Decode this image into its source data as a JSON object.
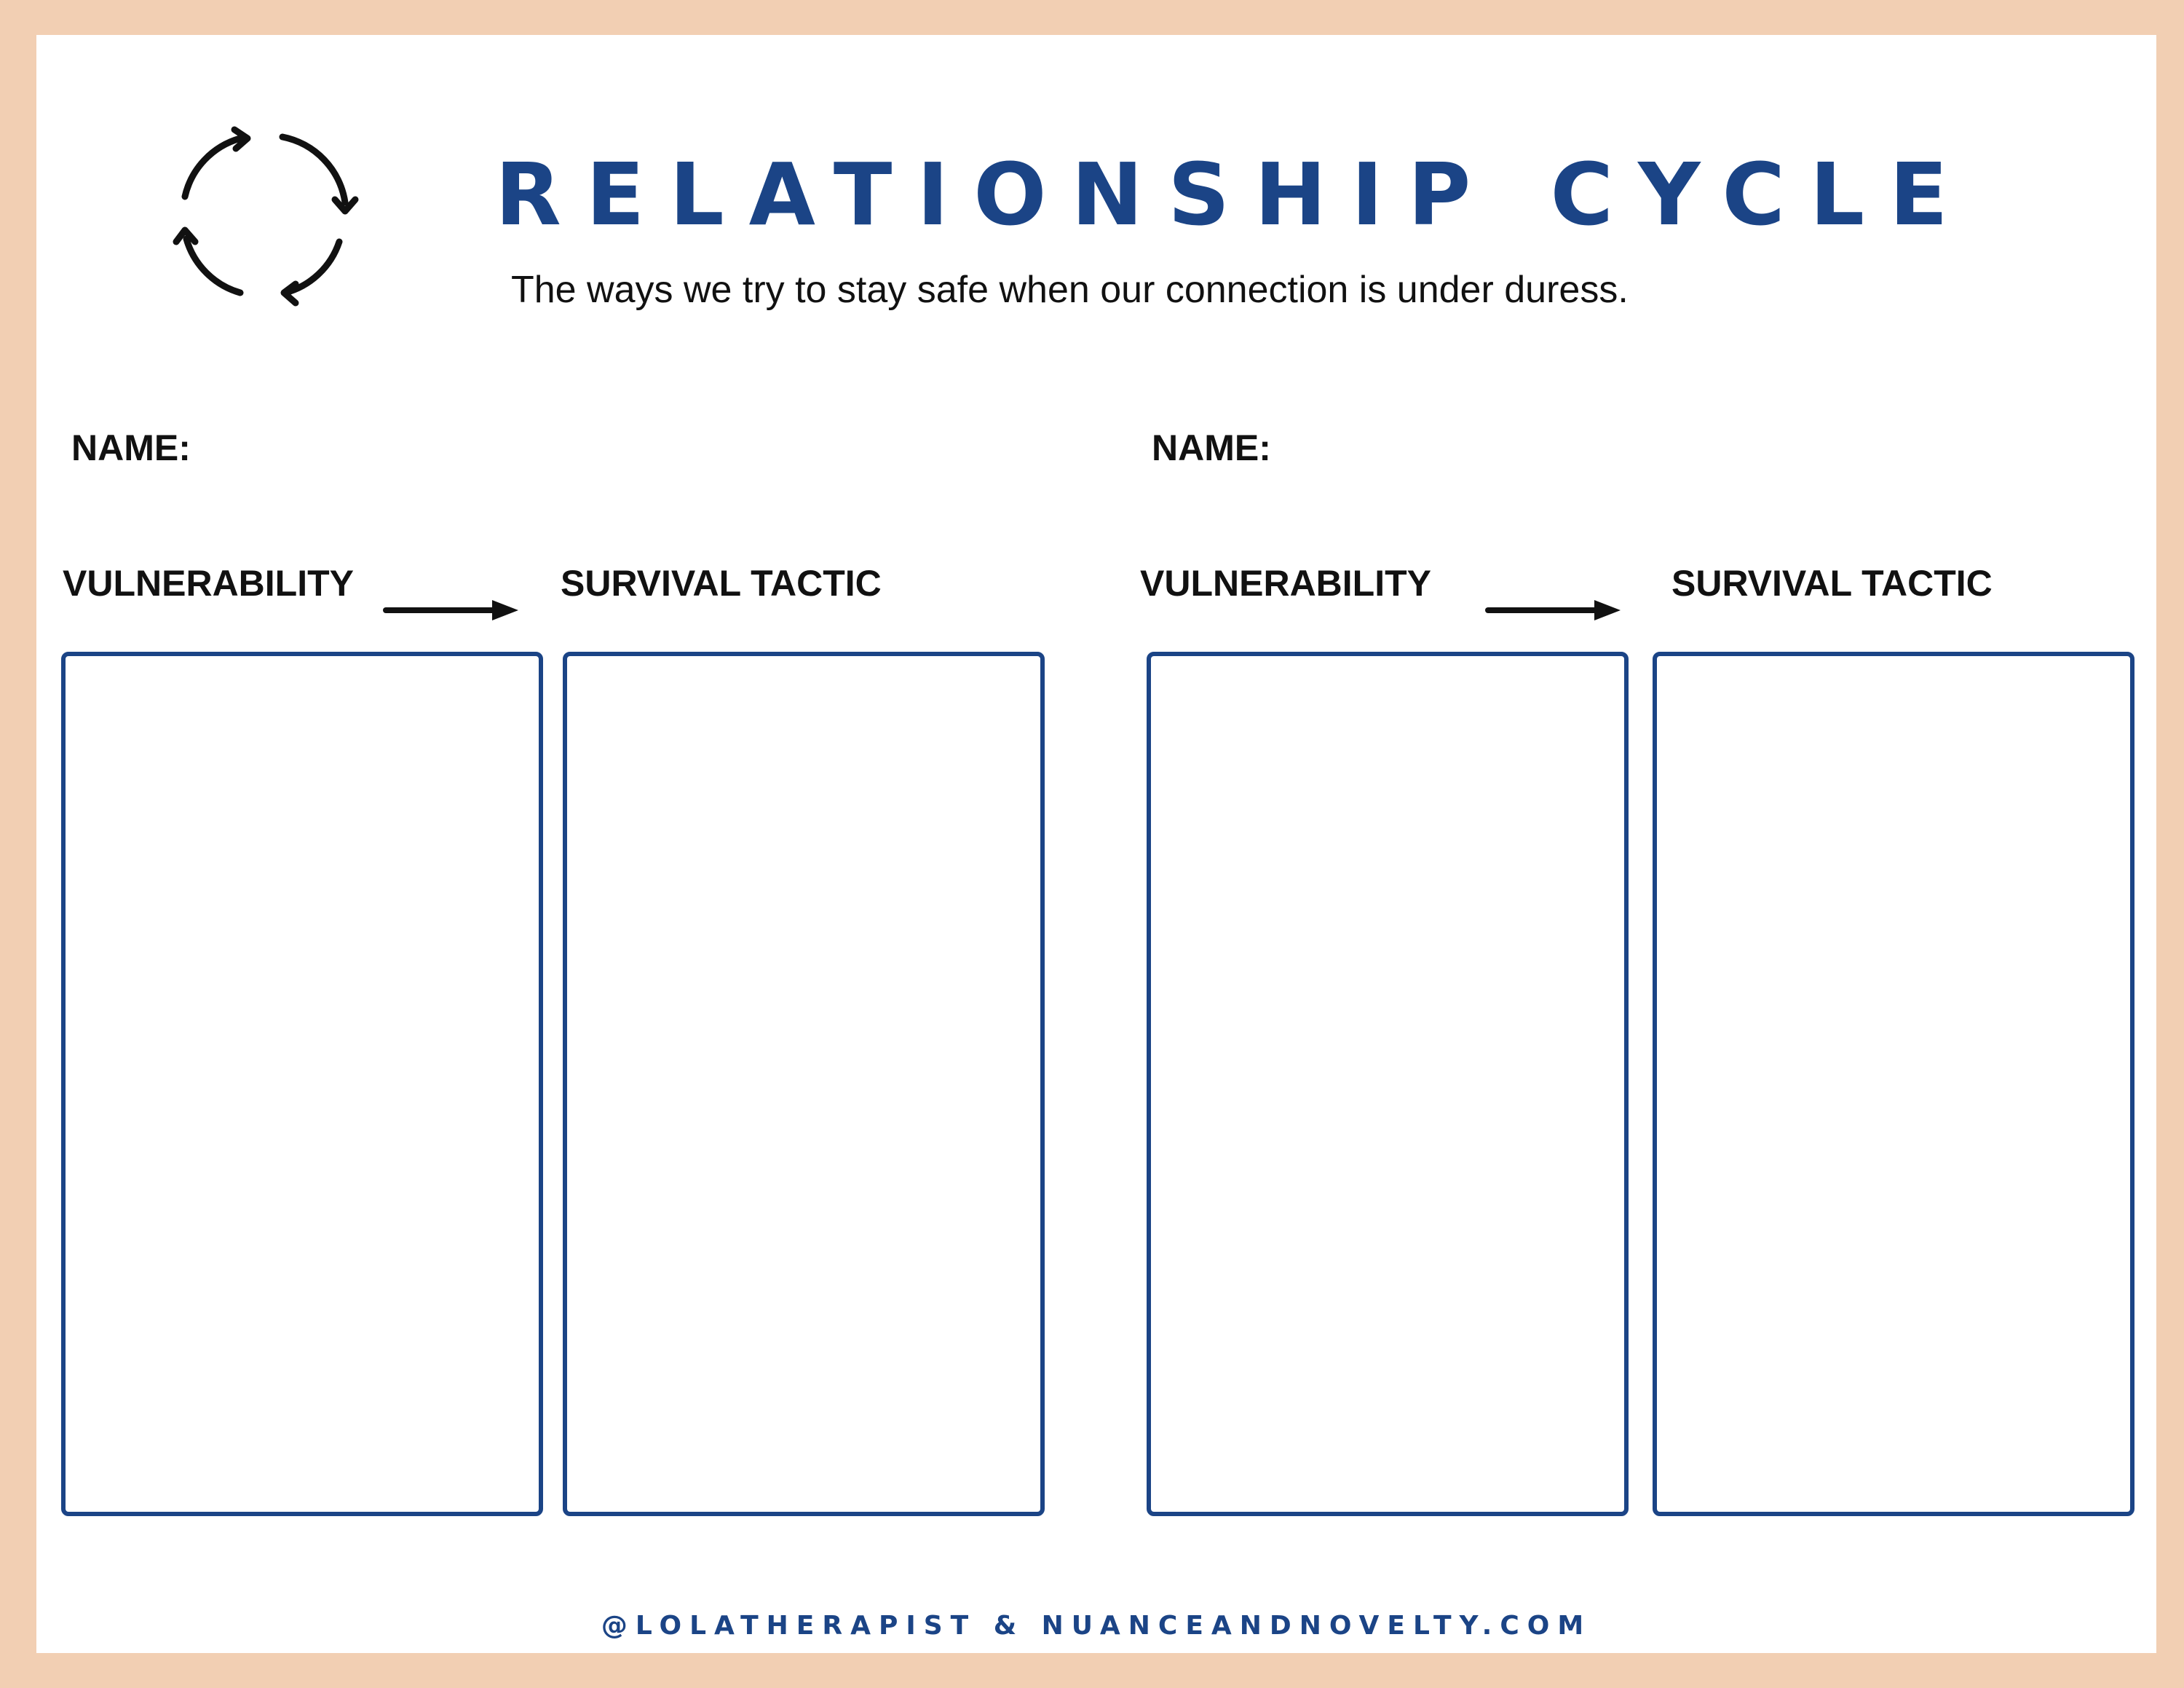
{
  "header": {
    "title": "RELATIONSHIP CYCLE",
    "subtitle": "The ways we try to stay safe when our connection is under duress.",
    "icon": "cycle-arrows-icon"
  },
  "partners": [
    {
      "name_label": "NAME:",
      "vulnerability_label": "VULNERABILITY",
      "tactic_label": "SURVIVAL TACTIC"
    },
    {
      "name_label": "NAME:",
      "vulnerability_label": "VULNERABILITY",
      "tactic_label": "SURVIVAL TACTIC"
    }
  ],
  "footer": {
    "credit": "@LOLATHERAPIST  & NUANCEANDNOVELTY.COM"
  },
  "colors": {
    "accent": "#1b4486",
    "border": "#f2cfb3",
    "text": "#111111"
  }
}
